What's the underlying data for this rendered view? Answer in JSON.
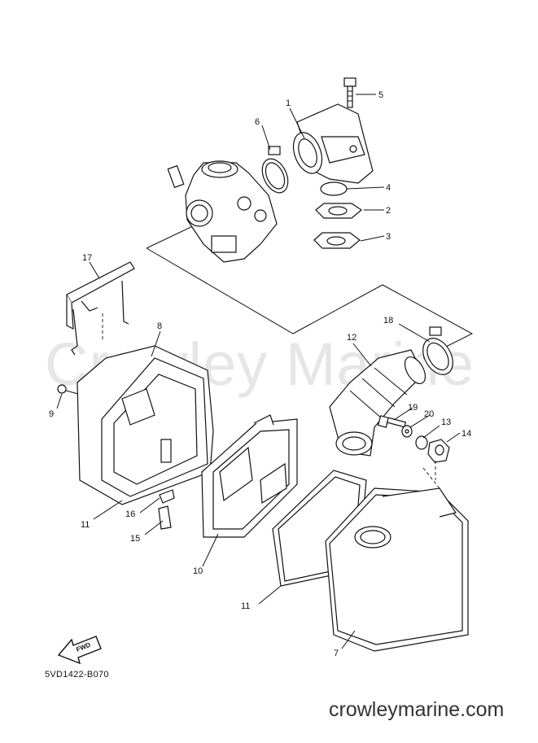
{
  "watermark": "Crowley Marine",
  "footer": {
    "url": "crowleymarine.com",
    "diagram_code": "5VD1422-B070"
  },
  "fwd_label": "FWD",
  "callouts": [
    "1",
    "2",
    "3",
    "4",
    "5",
    "6",
    "7",
    "8",
    "9",
    "10",
    "11",
    "11",
    "12",
    "13",
    "14",
    "15",
    "16",
    "17",
    "18",
    "19",
    "20"
  ]
}
